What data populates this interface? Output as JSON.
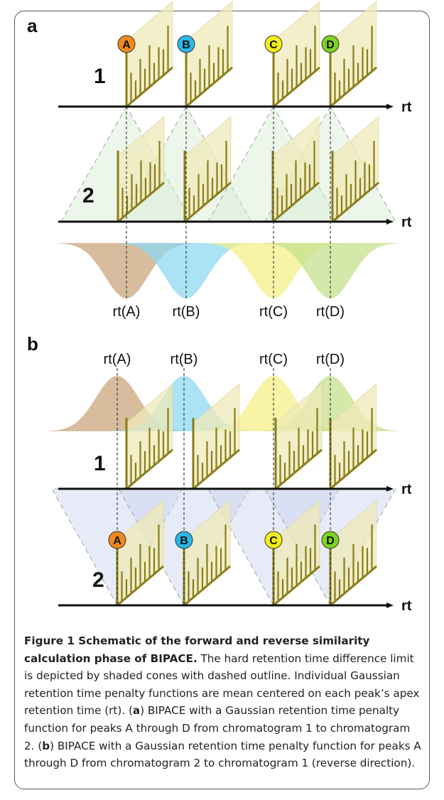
{
  "figure": {
    "panels": [
      {
        "label": "a",
        "axis_label": "rt",
        "chromatograms": [
          {
            "label": "1",
            "peaks": [
              "A",
              "B",
              "C",
              "D"
            ]
          },
          {
            "label": "2"
          }
        ],
        "rt_labels": [
          "rt(A)",
          "rt(B)",
          "rt(C)",
          "rt(D)"
        ]
      },
      {
        "label": "b",
        "axis_label": "rt",
        "rt_labels": [
          "rt(A)",
          "rt(B)",
          "rt(C)",
          "rt(D)"
        ],
        "chromatograms": [
          {
            "label": "1"
          },
          {
            "label": "2",
            "peaks": [
              "A",
              "B",
              "C",
              "D"
            ]
          }
        ]
      }
    ],
    "colors": {
      "A": "#f08a1c",
      "B": "#29b8e8",
      "C": "#f4ef1a",
      "D": "#7ed321",
      "gauss_A": "#c9a77e",
      "gauss_B": "#8fd8f0",
      "gauss_C": "#f6f08a",
      "gauss_D": "#c5e08c",
      "stick": "#8a7d1a",
      "plane": "#efe9b8",
      "cone_a": "#d8ead2",
      "cone_b": "#c9d3ee"
    }
  },
  "caption": {
    "title": "Figure 1 Schematic of the forward and reverse similarity calculation phase of BIPACE.",
    "body": " The hard retention time difference limit is depicted by shaded cones with dashed outline. Individual Gaussian retention time penalty functions are mean centered on each peak’s apex retention time (rt). (",
    "a_label": "a",
    "a_text": ") BIPACE with a Gaussian retention time penalty function for peaks A through D from chromatogram 1 to chromatogram 2. (",
    "b_label": "b",
    "b_text": ") BIPACE with a Gaussian retention time penalty function for peaks A through D from chromatogram 2 to chromatogram 1 (reverse direction)."
  }
}
